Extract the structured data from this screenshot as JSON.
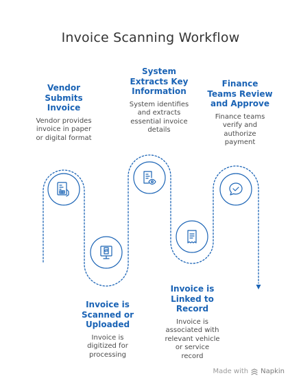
{
  "title": "Invoice Scanning Workflow",
  "steps": [
    {
      "title_lines": [
        "Vendor",
        "Submits",
        "Invoice"
      ],
      "desc_lines": [
        "Vendor provides",
        "invoice in paper",
        "or digital format"
      ],
      "icon": "invoice-receipt-icon"
    },
    {
      "title_lines": [
        "Invoice is",
        "Scanned or",
        "Uploaded"
      ],
      "desc_lines": [
        "Invoice is",
        "digitized for",
        "processing"
      ],
      "icon": "scanner-icon"
    },
    {
      "title_lines": [
        "System",
        "Extracts Key",
        "Information"
      ],
      "desc_lines": [
        "System identifies",
        "and extracts",
        "essential invoice",
        "details"
      ],
      "icon": "document-view-icon"
    },
    {
      "title_lines": [
        "Invoice is",
        "Linked to",
        "Record"
      ],
      "desc_lines": [
        "Invoice is",
        "associated with",
        "relevant vehicle",
        "or service",
        "record"
      ],
      "icon": "document-list-icon"
    },
    {
      "title_lines": [
        "Finance",
        "Teams Review",
        "and Approve"
      ],
      "desc_lines": [
        "Finance teams",
        "verify and",
        "authorize",
        "payment"
      ],
      "icon": "approval-check-icon"
    }
  ],
  "footer": {
    "made_with": "Made with",
    "brand": "Napkin"
  },
  "colors": {
    "accent": "#1a63b5",
    "text": "#333333",
    "muted": "#9a9a9a"
  }
}
